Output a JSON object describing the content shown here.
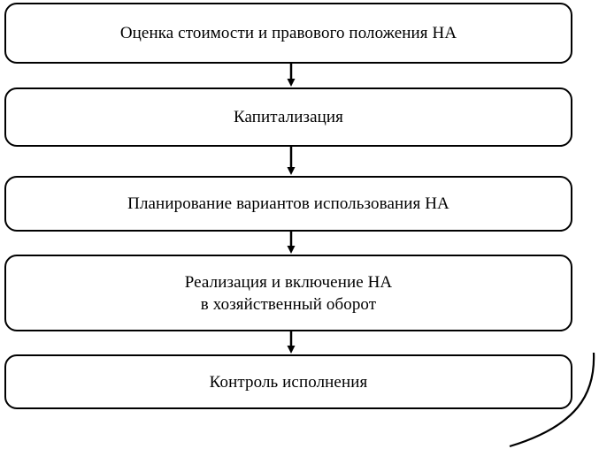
{
  "diagram": {
    "type": "flowchart",
    "orientation": "vertical",
    "title": "",
    "colors": {
      "stroke": "#000000",
      "fill": "#ffffff",
      "text": "#000000"
    },
    "nodes": [
      {
        "id": "box-1",
        "label": "Оценка стоимости и правового положения НА",
        "shape": "rounded-rectangle"
      },
      {
        "id": "box-2",
        "label": "Капитализация",
        "shape": "rounded-rectangle"
      },
      {
        "id": "box-3",
        "label": "Планирование вариантов использования НА",
        "shape": "rounded-rectangle"
      },
      {
        "id": "box-4",
        "label": "Реализация и включение НА\nв хозяйственный оборот",
        "shape": "rounded-rectangle"
      },
      {
        "id": "box-5",
        "label": "Контроль исполнения",
        "shape": "rounded-rectangle"
      }
    ],
    "connectors": [
      {
        "id": "arrow-1-2",
        "from": "box-1",
        "to": "box-2",
        "style": "straight-arrow-down"
      },
      {
        "id": "arrow-2-3",
        "from": "box-2",
        "to": "box-3",
        "style": "straight-arrow-down"
      },
      {
        "id": "arrow-3-4",
        "from": "box-3",
        "to": "box-4",
        "style": "straight-arrow-down"
      },
      {
        "id": "arrow-4-5",
        "from": "box-4",
        "to": "box-5",
        "style": "straight-arrow-down"
      },
      {
        "id": "feedback-arc",
        "from": "box-5",
        "to": "",
        "style": "curved-line"
      }
    ]
  }
}
